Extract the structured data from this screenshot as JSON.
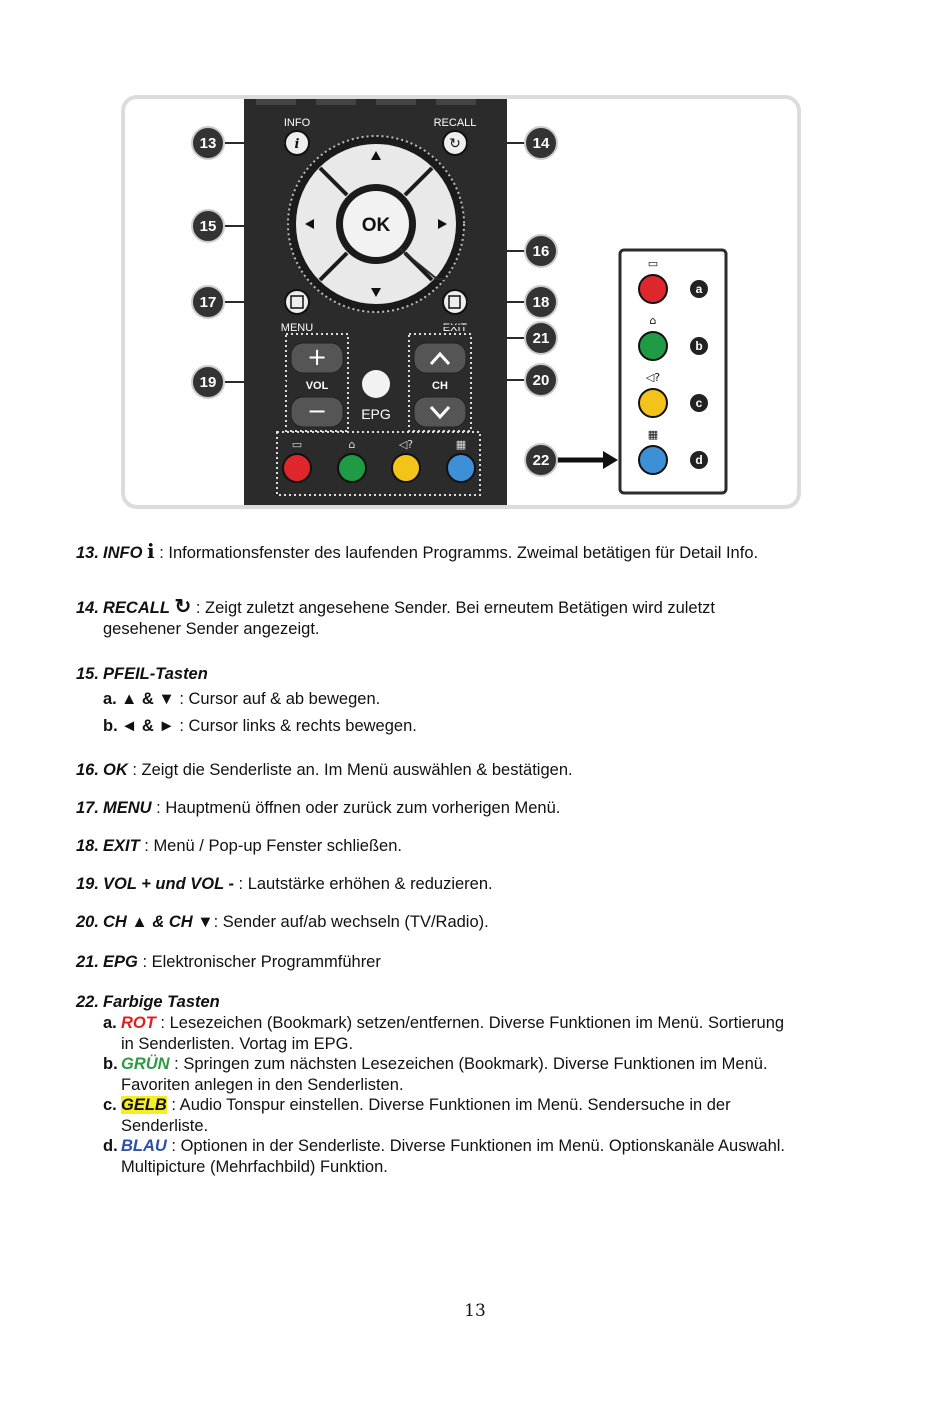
{
  "figure": {
    "labels": {
      "info": "INFO",
      "recall": "RECALL",
      "ok": "OK",
      "menu": "MENU",
      "exit": "EXIT",
      "vol": "VOL",
      "ch": "CH",
      "epg": "EPG"
    },
    "callouts": [
      "13",
      "14",
      "15",
      "16",
      "17",
      "18",
      "19",
      "20",
      "21",
      "22"
    ],
    "legend_letters": [
      "a",
      "b",
      "c",
      "d"
    ],
    "colors": {
      "red": "#e0262d",
      "green": "#1f9a45",
      "yellow": "#f3c31a",
      "blue": "#3d8fd6"
    }
  },
  "items": [
    {
      "num": "13.",
      "key": "INFO",
      "icon": "i",
      "text": " : Informationsfenster des laufenden Programms. Zweimal betätigen für Detail Info."
    },
    {
      "num": "14.",
      "key": "RECALL",
      "icon": "↻",
      "text": " : Zeigt zuletzt angesehene Sender. Bei erneutem Betätigen wird zuletzt",
      "text2": "gesehener Sender angezeigt."
    },
    {
      "num": "15.",
      "key": "PFEIL-Tasten",
      "subs": [
        {
          "letter": "a.",
          "key": "▲ & ▼",
          "text": " : Cursor auf & ab bewegen."
        },
        {
          "letter": "b.",
          "key": "◄ & ►",
          "text": " : Cursor links & rechts bewegen."
        }
      ]
    },
    {
      "num": "16.",
      "key": "OK",
      "text": " : Zeigt die Senderliste an. Im Menü auswählen & bestätigen."
    },
    {
      "num": "17.",
      "key": "MENU",
      "text": " : Hauptmenü öffnen oder zurück zum vorherigen Menü."
    },
    {
      "num": "18.",
      "key": "EXIT",
      "text": " : Menü / Pop-up Fenster schließen."
    },
    {
      "num": "19.",
      "key": "VOL + und VOL -",
      "text": " : Lautstärke erhöhen & reduzieren."
    },
    {
      "num": "20.",
      "key": "CH ▲ & CH ▼",
      "text": ": Sender auf/ab wechseln (TV/Radio)."
    },
    {
      "num": "21.",
      "key": "EPG",
      "text": " : Elektronischer Programmführer"
    },
    {
      "num": "22.",
      "key": "Farbige Tasten",
      "subs": [
        {
          "letter": "a.",
          "key": "ROT",
          "text": " : Lesezeichen (Bookmark) setzen/entfernen. Diverse Funktionen im Menü. Sortierung",
          "text2": "in Senderlisten. Vortag im EPG."
        },
        {
          "letter": "b.",
          "key": "GRÜN",
          "text": " : Springen zum nächsten Lesezeichen (Bookmark). Diverse Funktionen im Menü.",
          "text2": "Favoriten anlegen in den Senderlisten."
        },
        {
          "letter": "c.",
          "key": "GELB",
          "text": " : Audio Tonspur einstellen. Diverse Funktionen im Menü. Sendersuche in der",
          "text2": "Senderliste."
        },
        {
          "letter": "d.",
          "key": "BLAU",
          "text": " : Optionen in der Senderliste. Diverse Funktionen im Menü. Optionskanäle Auswahl.",
          "text2": "Multipicture (Mehrfachbild) Funktion."
        }
      ]
    }
  ],
  "page_number": "13"
}
